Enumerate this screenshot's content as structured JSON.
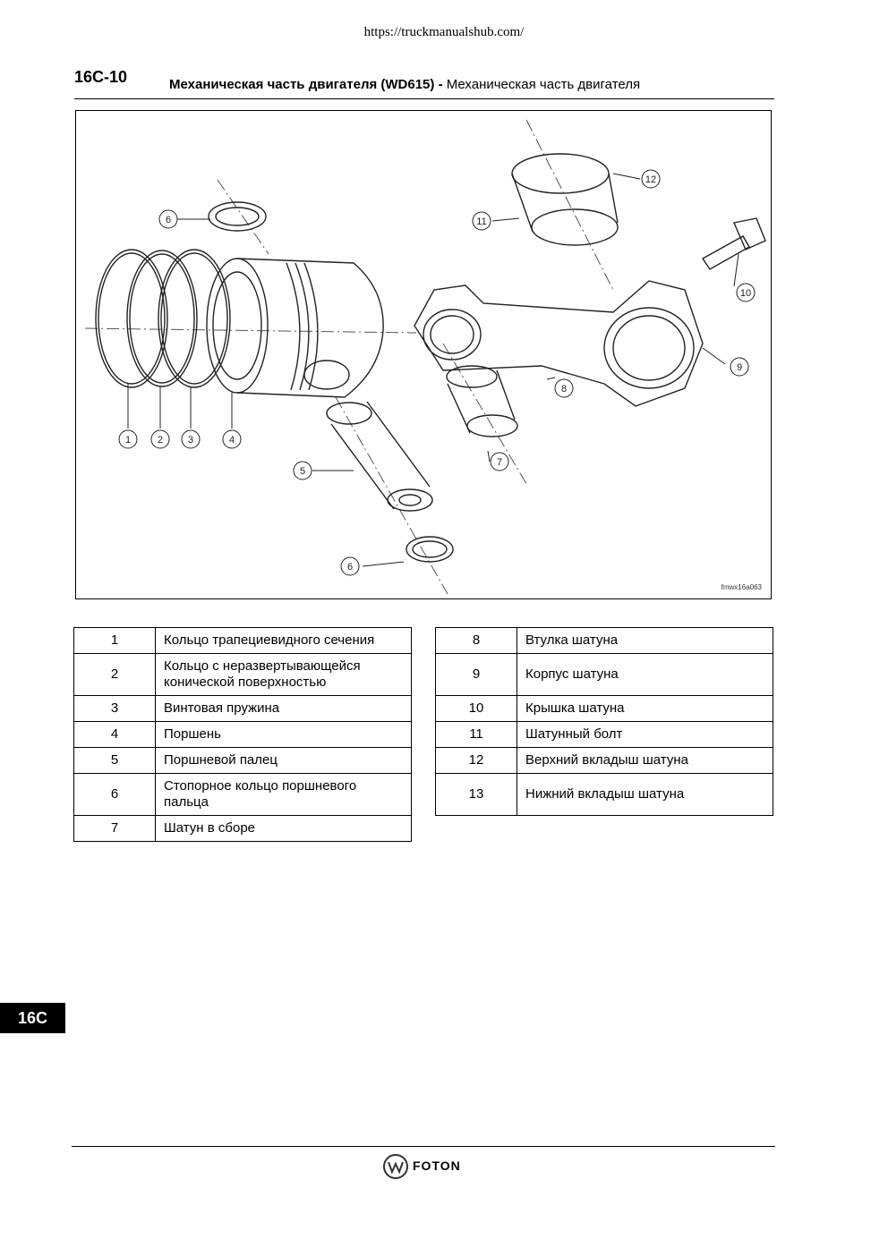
{
  "header": {
    "url": "https://truckmanualshub.com/",
    "page_number": "16C-10",
    "title_bold": "Механическая часть двигателя (WD615) -",
    "title_regular": " Механическая часть двигателя"
  },
  "figure": {
    "code": "fmwx16a063",
    "callouts": [
      "1",
      "2",
      "3",
      "4",
      "5",
      "6",
      "7",
      "8",
      "9",
      "10",
      "11",
      "12"
    ]
  },
  "parts_left": [
    {
      "num": "1",
      "name": "Кольцо трапециевидного сечения"
    },
    {
      "num": "2",
      "name": "Кольцо с неразвертывающейся конической поверхностью"
    },
    {
      "num": "3",
      "name": "Винтовая пружина"
    },
    {
      "num": "4",
      "name": "Поршень"
    },
    {
      "num": "5",
      "name": "Поршневой палец"
    },
    {
      "num": "6",
      "name": "Стопорное кольцо поршневого пальца"
    },
    {
      "num": "7",
      "name": "Шатун в сборе"
    }
  ],
  "parts_right": [
    {
      "num": "8",
      "name": "Втулка шатуна"
    },
    {
      "num": "9",
      "name": "Корпус шатуна"
    },
    {
      "num": "10",
      "name": "Крышка шатуна"
    },
    {
      "num": "11",
      "name": "Шатунный болт"
    },
    {
      "num": "12",
      "name": "Верхний вкладыш шатуна"
    },
    {
      "num": "13",
      "name": "Нижний вкладыш шатуна"
    }
  ],
  "side_tab": "16C",
  "footer": {
    "brand": "FOTON"
  }
}
